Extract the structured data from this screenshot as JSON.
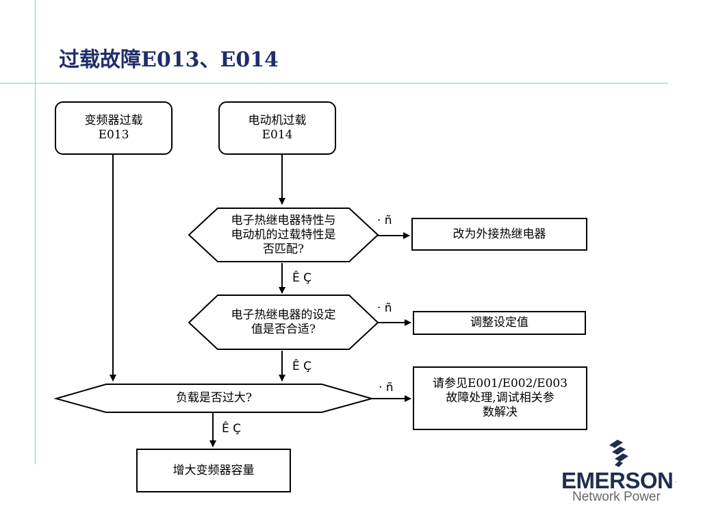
{
  "slide": {
    "title": "过载故障E013、E014"
  },
  "flowchart": {
    "nodes": {
      "inverter_overload": {
        "line1": "变频器过载",
        "line2": "E013"
      },
      "motor_overload": {
        "line1": "电动机过载",
        "line2": "E014"
      },
      "decision_relay_match": {
        "line1": "电子热继电器特性与",
        "line2": "电动机的过载特性是",
        "line3": "否匹配?"
      },
      "action_external_relay": {
        "text": "改为外接热继电器"
      },
      "decision_relay_setting": {
        "line1": "电子热继电器的设定",
        "line2": "值是否合适?"
      },
      "action_adjust_setting": {
        "text": "调整设定值"
      },
      "decision_load_large": {
        "text": "负载是否过大?"
      },
      "action_refer": {
        "line1": "请参见E001/E002/E003",
        "line2": "故障处理,调试相关参",
        "line3": "数解决"
      },
      "action_increase_capacity": {
        "text": "增大变频器容量"
      }
    },
    "edge_labels": {
      "no_1": "· ñ",
      "yes_1": "Ê Ç",
      "no_2": "· ñ",
      "yes_2": "Ê Ç",
      "no_3": "· ñ",
      "yes_3": "Ê Ç"
    }
  },
  "logo": {
    "brand": "EMERSON",
    "tm": ".",
    "sub": "Network Power",
    "color": "#1f2d4e"
  }
}
